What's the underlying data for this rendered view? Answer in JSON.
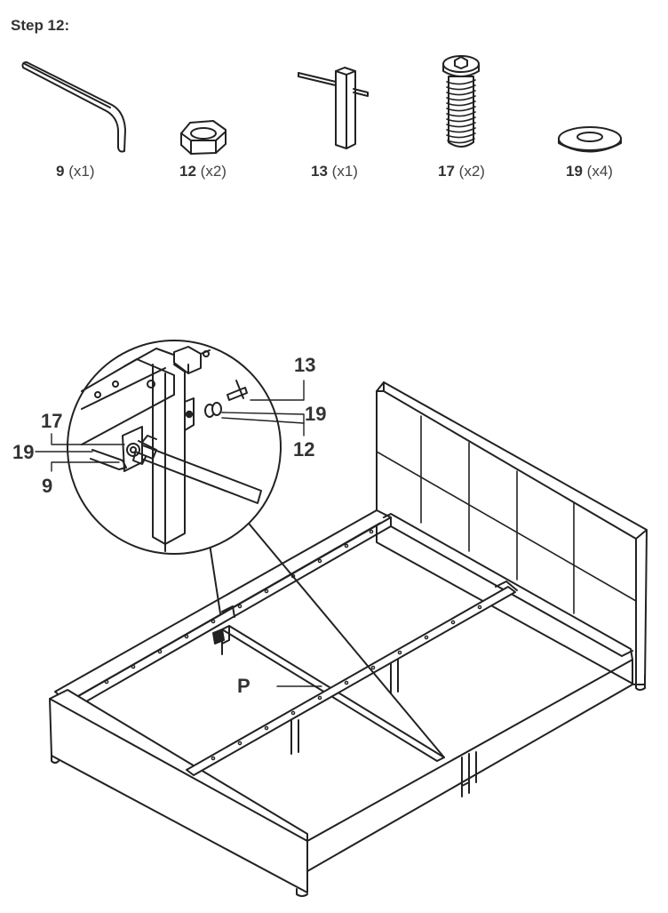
{
  "step_title": "Step 12:",
  "parts": [
    {
      "number": "9",
      "qty": "(x1)",
      "icon": "allen-key-icon"
    },
    {
      "number": "12",
      "qty": "(x2)",
      "icon": "hex-nut-icon"
    },
    {
      "number": "13",
      "qty": "(x1)",
      "icon": "barrel-nut-wrench-icon"
    },
    {
      "number": "17",
      "qty": "(x2)",
      "icon": "bolt-icon"
    },
    {
      "number": "19",
      "qty": "(x4)",
      "icon": "washer-icon"
    }
  ],
  "callouts": {
    "c13": "13",
    "c19_right": "19",
    "c12": "12",
    "c17": "17",
    "c19_left": "19",
    "c9": "9",
    "cP": "P"
  }
}
